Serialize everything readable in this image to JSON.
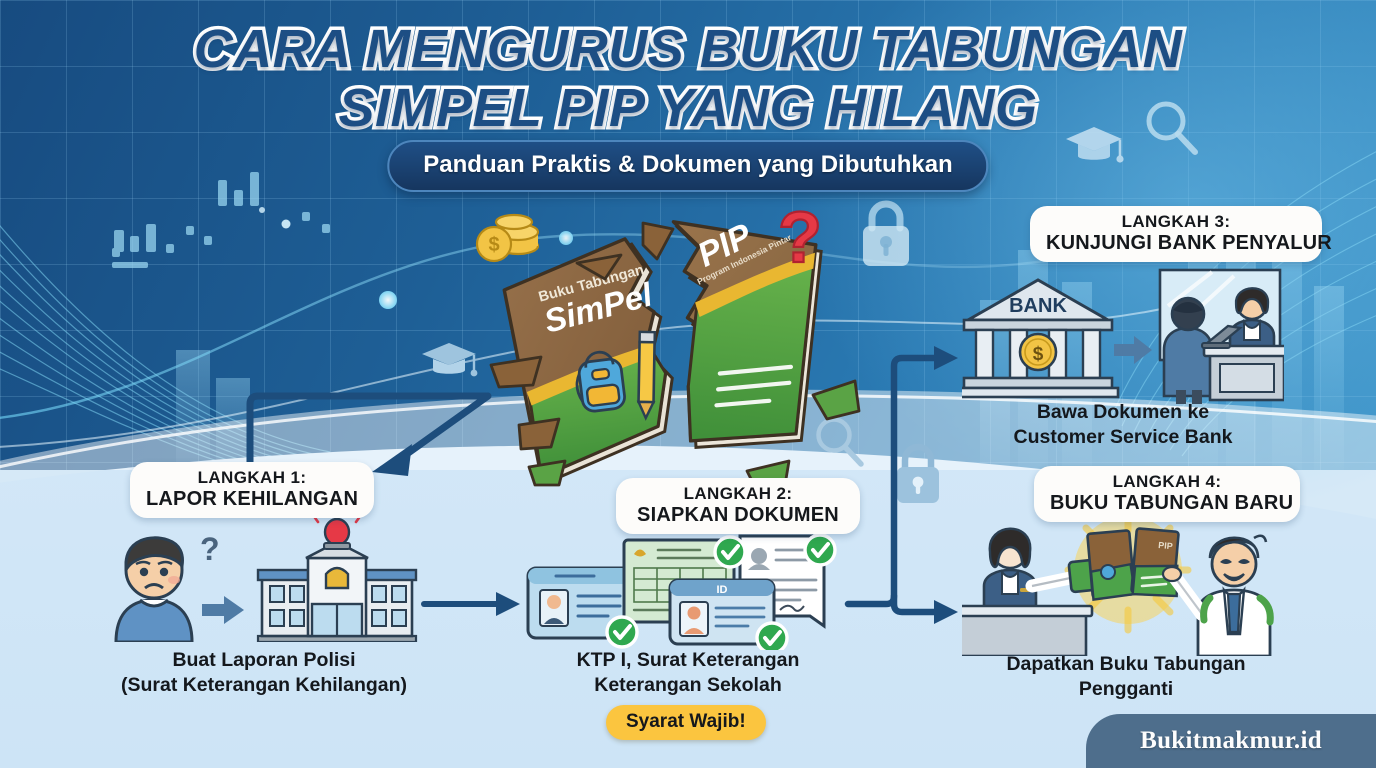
{
  "header": {
    "title_line1": "CARA MENGURUS BUKU TABUNGAN",
    "title_line2": "SIMPEL PIP YANG HILANG",
    "subtitle": "Panduan Praktis & Dokumen yang Dibutuhkan"
  },
  "hero": {
    "book_label_small": "Buku Tabungan",
    "book_label_big": "SimPel",
    "book_right_big": "PIP",
    "book_right_small": "Program Indonesia Pintar",
    "question_mark": "?"
  },
  "steps": [
    {
      "id": "step-1",
      "label_line1": "LANGKAH 1:",
      "label_line2": "LAPOR KEHILANGAN",
      "caption_line1": "Buat Laporan Polisi",
      "caption_line2": "(Surat Keterangan Kehilangan)"
    },
    {
      "id": "step-2",
      "label_line1": "LANGKAH 2:",
      "label_line2": "SIAPKAN DOKUMEN",
      "caption_line1": "KTP I, Surat Keterangan",
      "caption_line2": "Keterangan  Sekolah",
      "badge": "Syarat Wajib!"
    },
    {
      "id": "step-3",
      "label_line1": "LANGKAH 3:",
      "label_line2": "KUNJUNGI BANK PENYALUR",
      "caption_line1": "Bawa Dokumen ke",
      "caption_line2": "Customer Service Bank",
      "building_label": "BANK"
    },
    {
      "id": "step-4",
      "label_line1": "LANGKAH 4:",
      "label_line2": "BUKU TABUNGAN BARU",
      "caption_line1": "Dapatkan Buku Tabungan",
      "caption_line2": "Pengganti"
    }
  ],
  "doc_labels": {
    "id_card": "ID"
  },
  "footer": {
    "brand": "Bukitmakmur.id"
  },
  "icons": [
    "padlock-icon",
    "magnifier-icon",
    "graduation-cap-icon",
    "coins-icon",
    "question-mark-icon",
    "check-circle-icon",
    "dollar-coin-icon"
  ],
  "colors": {
    "header_blue": "#1d5488",
    "light_blue": "#d6e9f7",
    "arrow_navy": "#1d4d7c",
    "badge_yellow": "#fbc53f",
    "check_green": "#2fa84f",
    "book_brown": "#8a6239",
    "book_green": "#5aa345",
    "footer_slate": "#4e6e8c"
  }
}
